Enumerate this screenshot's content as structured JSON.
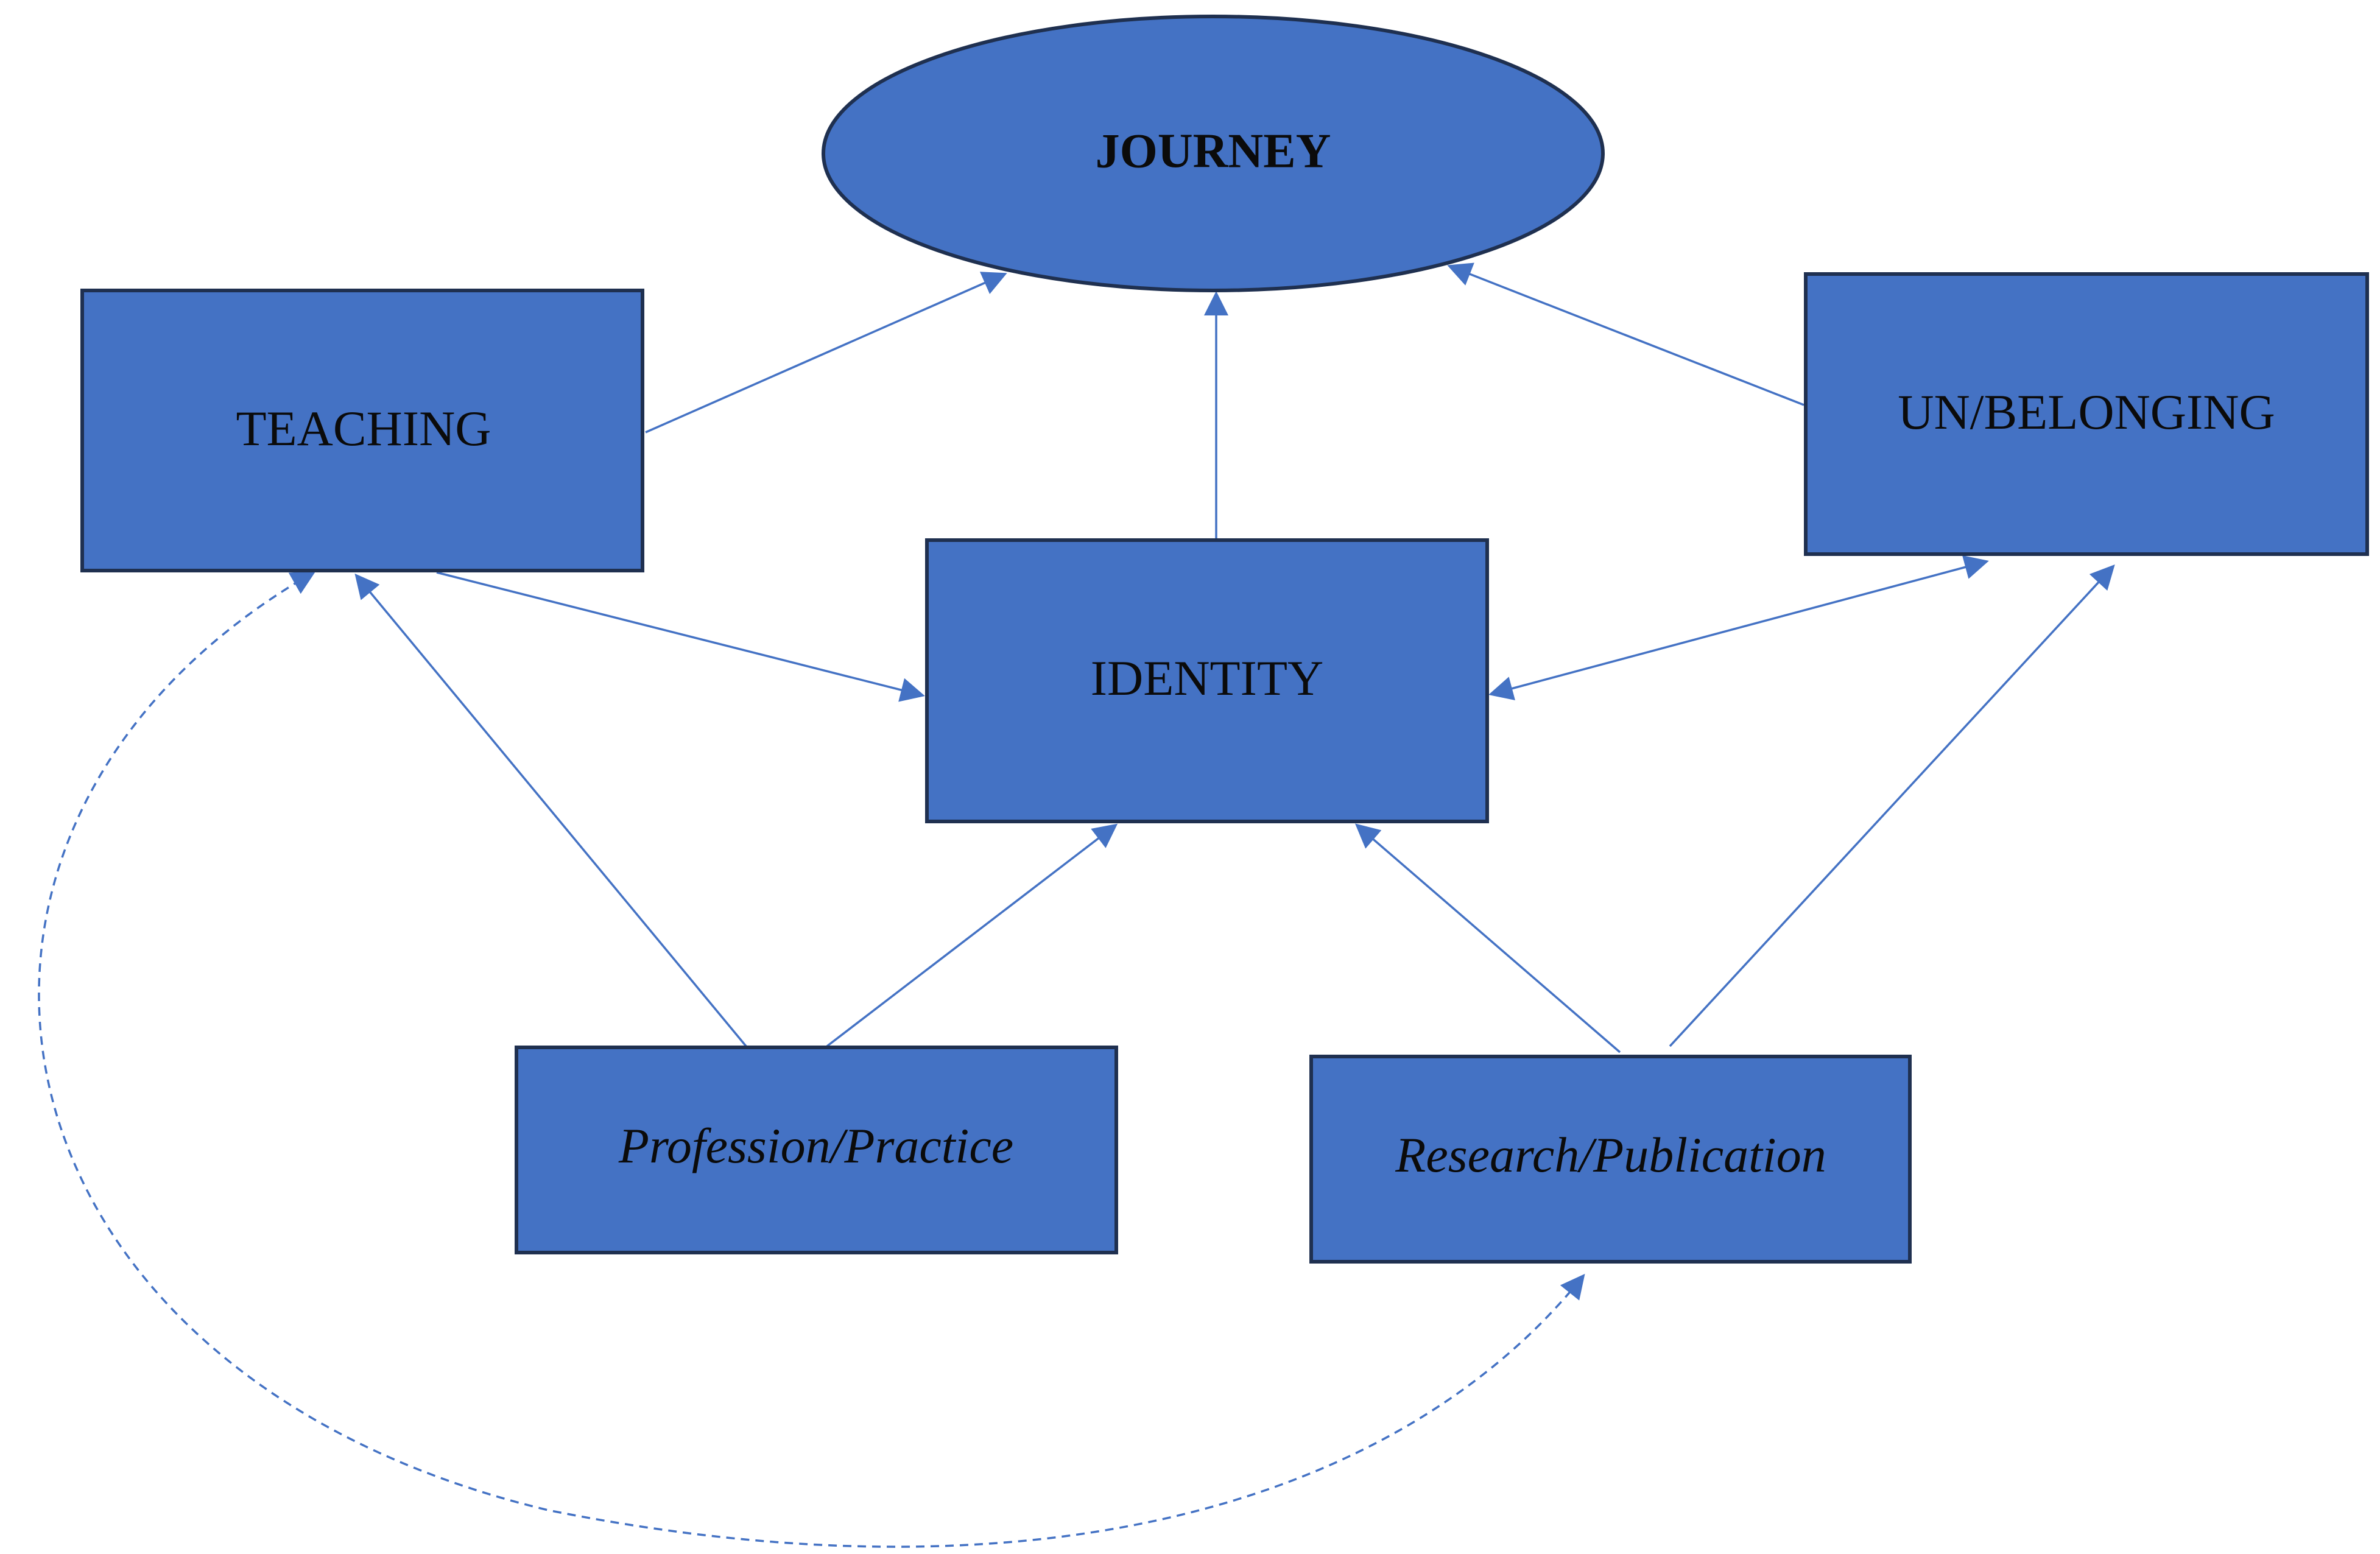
{
  "nodes": {
    "journey": "JOURNEY",
    "teaching": "TEACHING",
    "identity": "IDENTITY",
    "unbelonging": "UN/BELONGING",
    "profession": "Profession/Practice",
    "research": "Research/Publication"
  },
  "colors": {
    "node_fill": "#4472C4",
    "node_border": "#1F3050",
    "arrow": "#4472C4",
    "text": "#0b0b0b"
  }
}
